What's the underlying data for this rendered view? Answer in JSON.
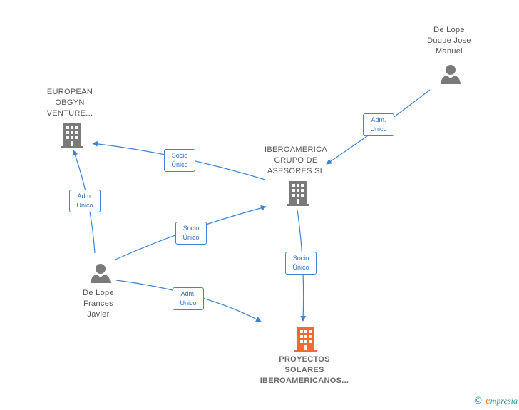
{
  "nodes": {
    "european": {
      "lines": [
        "EUROPEAN",
        "OBGYN",
        "VENTURE..."
      ],
      "type": "company"
    },
    "iberoamerica": {
      "lines": [
        "IBEROAMERICA",
        "GRUPO DE",
        "ASESORES  SL"
      ],
      "type": "company"
    },
    "proyectos": {
      "lines": [
        "PROYECTOS",
        "SOLARES",
        "IBEROAMERICANOS..."
      ],
      "type": "company-highlight"
    },
    "delope_duque": {
      "lines": [
        "De Lope",
        "Duque Jose",
        "Manuel"
      ],
      "type": "person"
    },
    "delope_frances": {
      "lines": [
        "De Lope",
        "Frances",
        "Javier"
      ],
      "type": "person"
    }
  },
  "edges": {
    "duque_to_ibero": {
      "lines": [
        "Adm.",
        "Unico"
      ]
    },
    "ibero_to_european": {
      "lines": [
        "Socio",
        "Único"
      ]
    },
    "frances_to_european": {
      "lines": [
        "Adm.",
        "Unico"
      ]
    },
    "frances_to_ibero": {
      "lines": [
        "Socio",
        "Único"
      ]
    },
    "ibero_to_proyectos": {
      "lines": [
        "Socio",
        "Único"
      ]
    },
    "frances_to_proyectos": {
      "lines": [
        "Adm.",
        "Unico"
      ]
    }
  },
  "footer": {
    "copyright": "©",
    "brand_e": "e",
    "brand_rest": "mpresia"
  },
  "colors": {
    "edge": "#3a84d6",
    "icon": "#7a7a7a",
    "highlight": "#f26a2e"
  }
}
